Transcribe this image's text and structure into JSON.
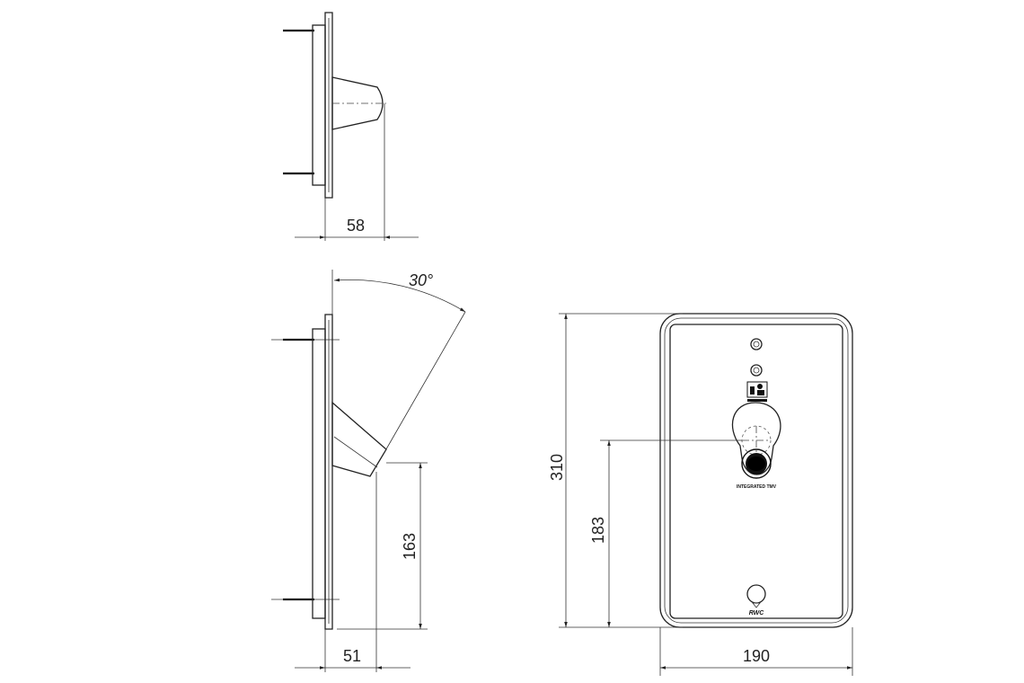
{
  "dimensions": {
    "top_side_depth": "58",
    "angle": "30°",
    "outlet_height": "163",
    "outlet_depth": "51",
    "panel_height": "310",
    "outlet_center_height": "183",
    "panel_width": "190"
  },
  "panel": {
    "integrated_label": "INTEGRATED TMV",
    "brand_label": "RWC"
  },
  "icons": {
    "led": "indicator-light-icon",
    "hand": "hand-sensor-icon",
    "sensor": "sensor-window-icon"
  }
}
